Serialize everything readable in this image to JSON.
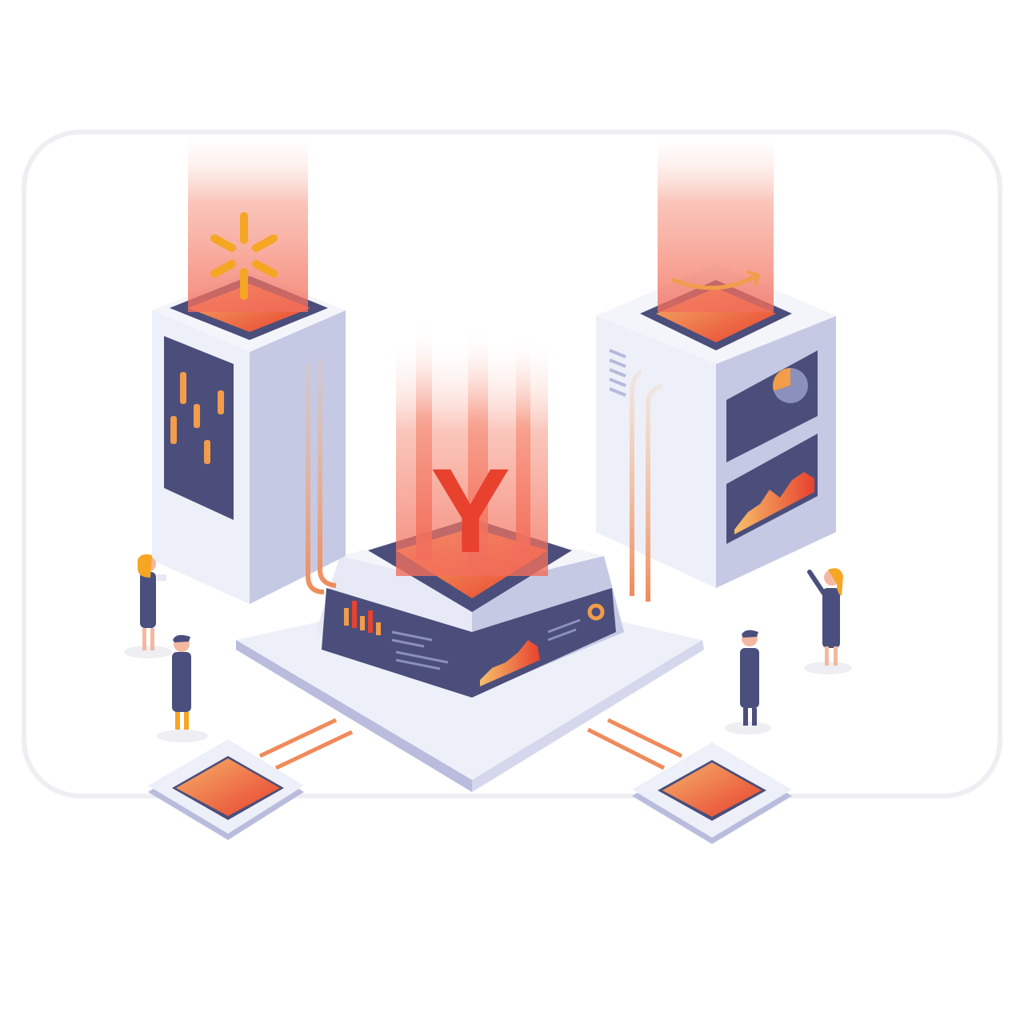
{
  "illustration": {
    "center_logo": "Y",
    "left_logo_icon": "walmart-spark-icon",
    "right_logo_icon": "amazon-smile-icon"
  },
  "palette": {
    "card_bg": "#ffffff",
    "card_border": "#ececf1",
    "server_light": "#dcdff0",
    "server_top": "#eef0f9",
    "server_side": "#c5c9e4",
    "panel_dark": "#4b4e7a",
    "accent_orange": "#f39c4a",
    "accent_red": "#e8412e",
    "glow": "#f26d5b",
    "person_suit": "#4a4f7d",
    "person_hair": "#f5a623"
  },
  "bar_chart": {
    "values": [
      0.55,
      0.85,
      0.45,
      0.7,
      0.4
    ]
  },
  "pie_chart": {
    "slices": [
      0.7,
      0.3
    ]
  }
}
